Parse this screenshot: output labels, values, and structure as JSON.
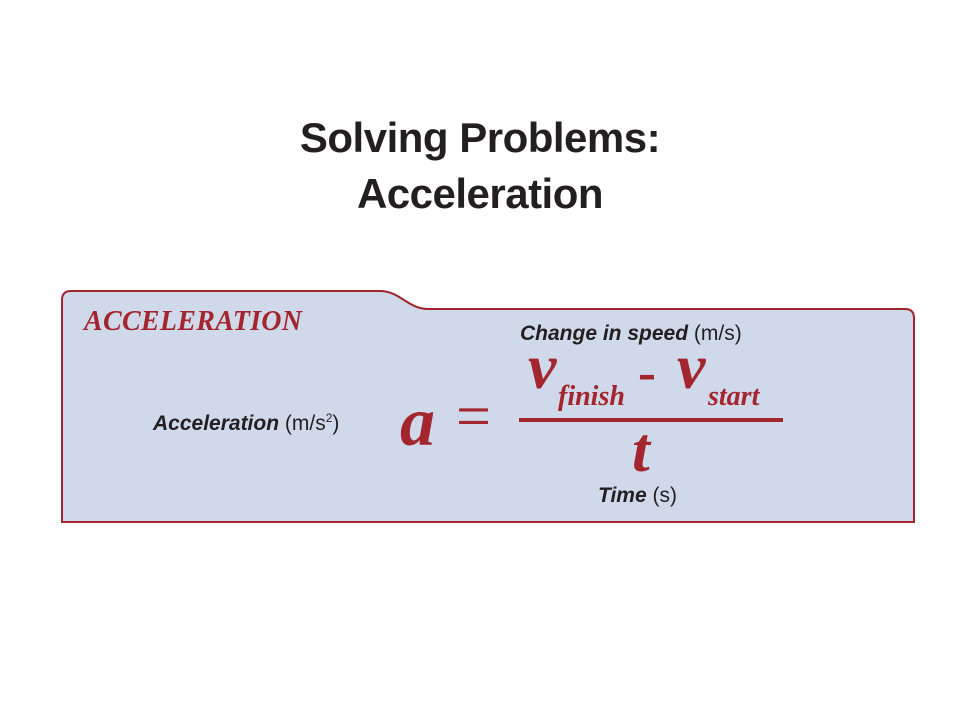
{
  "title": {
    "line1": "Solving Problems:",
    "line2": "Acceleration"
  },
  "card": {
    "heading": "ACCELERATION",
    "fill_color": "#d0d9ea",
    "border_color": "#a3262e"
  },
  "formula": {
    "change_label": "Change in speed",
    "change_unit": "(m/s)",
    "accel_label": "Acceleration",
    "accel_unit_base": "(m/s",
    "accel_unit_exp": "2",
    "accel_unit_close": ")",
    "time_label": "Time",
    "time_unit": "(s)",
    "a_symbol": "a",
    "equals": "=",
    "v_symbol_1": "v",
    "sub_finish": "finish",
    "minus": "-",
    "v_symbol_2": "v",
    "sub_start": "start",
    "t_symbol": "t"
  }
}
